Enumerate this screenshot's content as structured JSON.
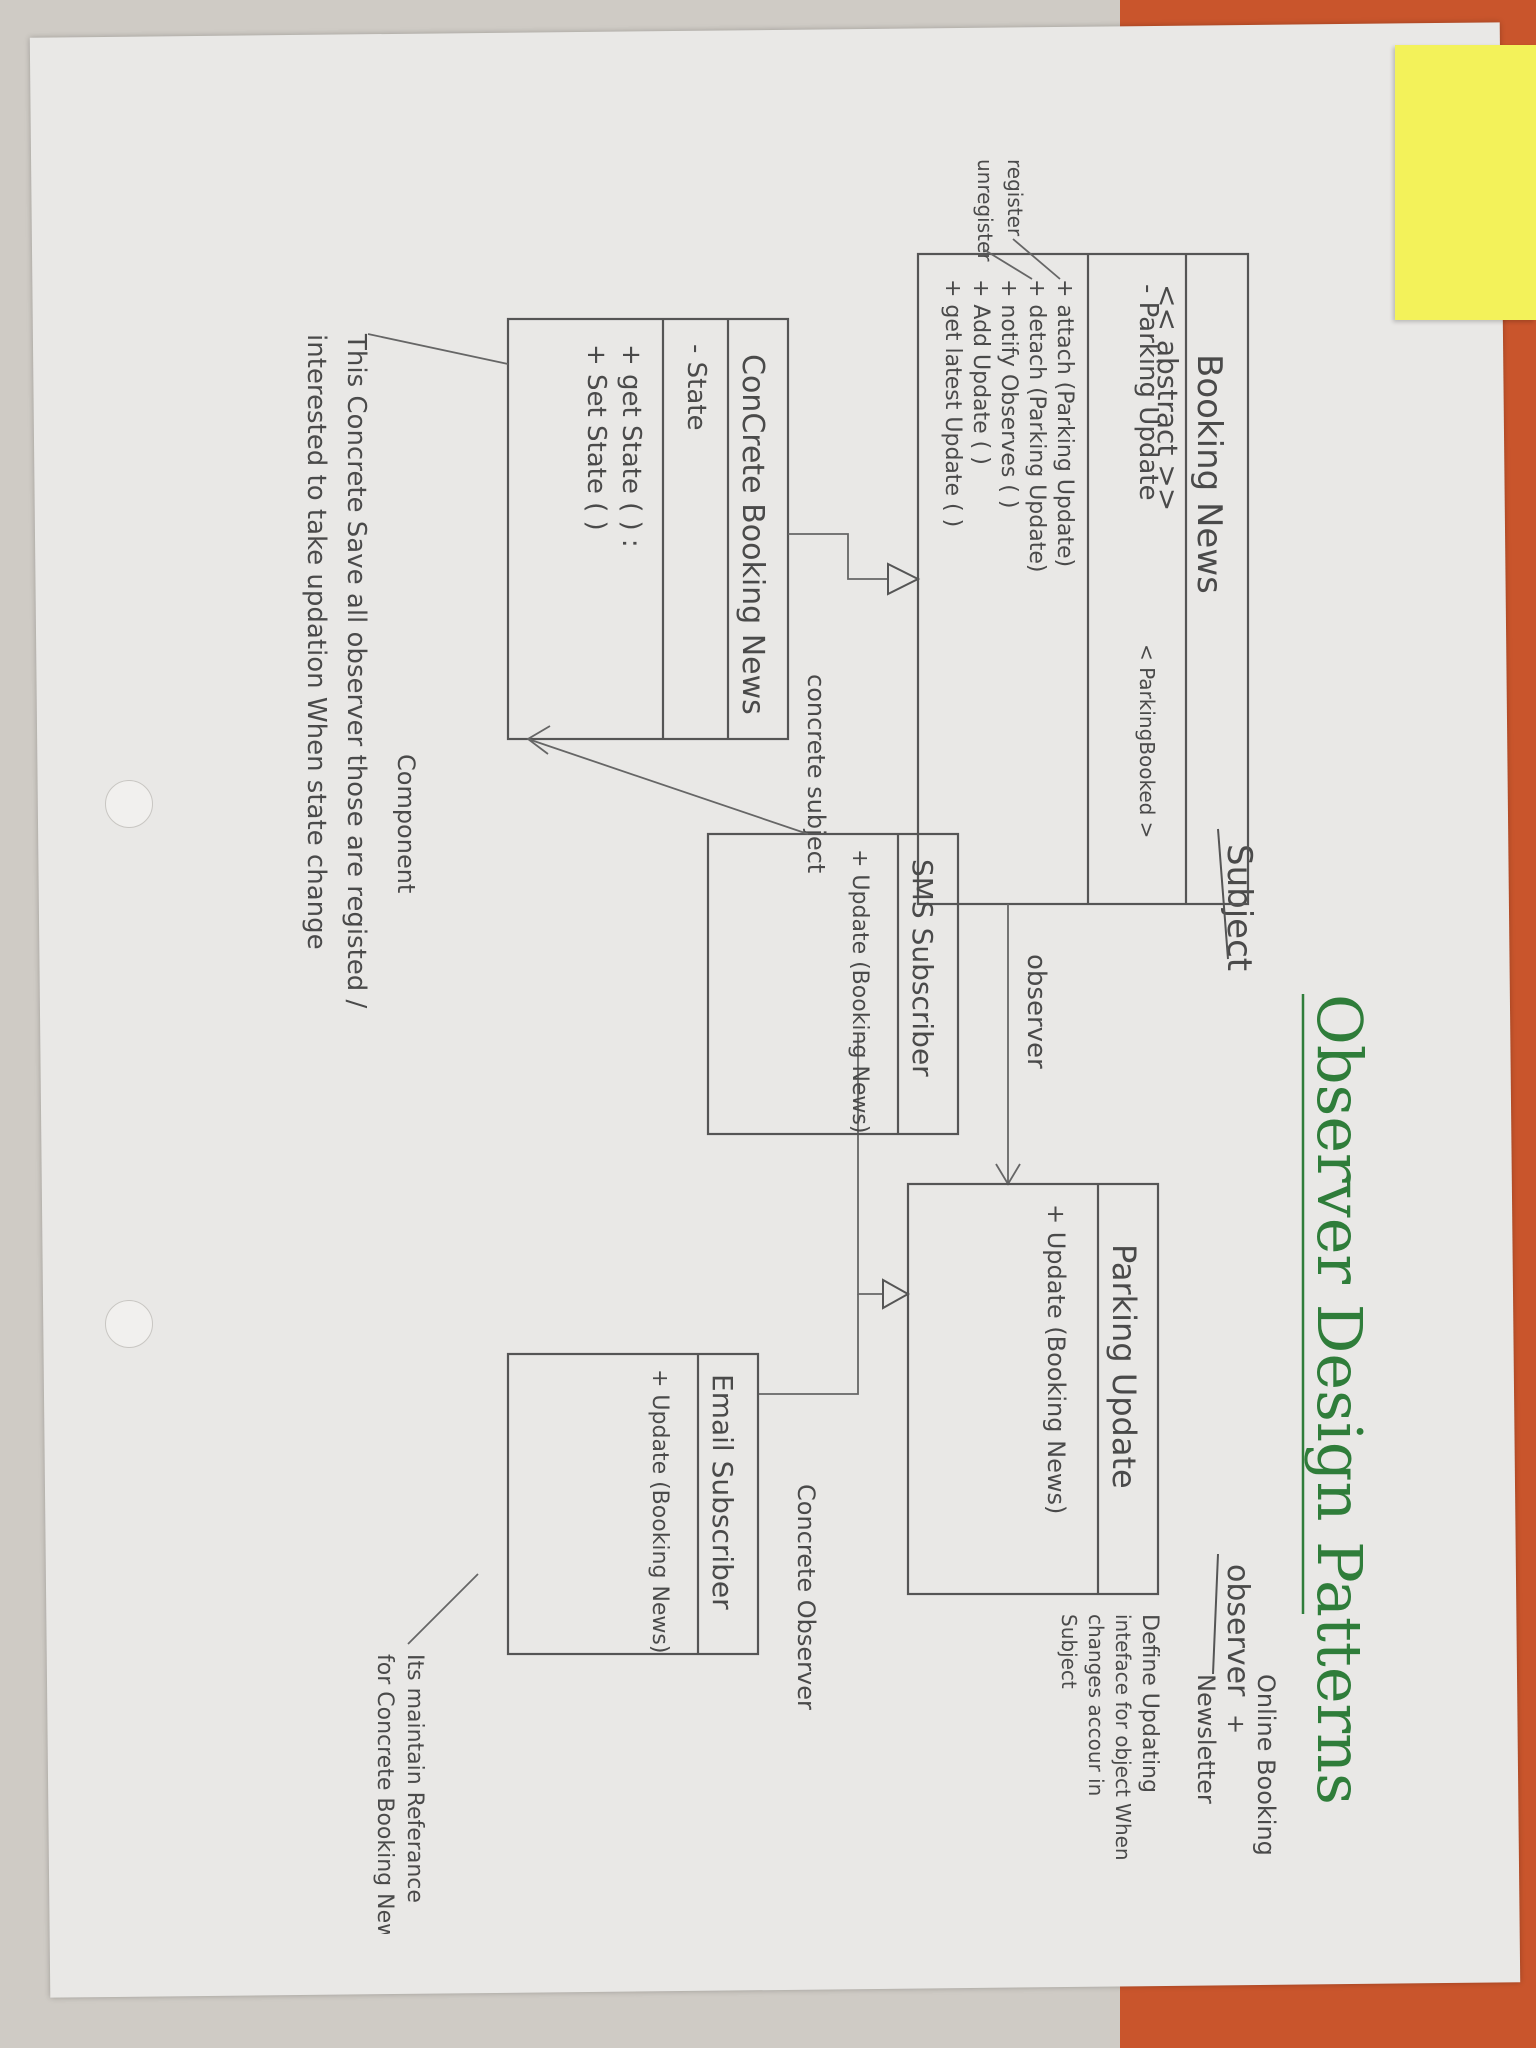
{
  "diagram": {
    "title": "Observer Design Patterns",
    "subject_tag": "Subject",
    "observer_tag": "observer",
    "concrete_subject_tag": "concrete subject",
    "concrete_observer_tag": "Concrete Observer",
    "abstract_stereotype": "<< abstract >>",
    "side_labels": {
      "register": "register",
      "unregister": "unregister"
    },
    "booking_news": {
      "name": "Booking News",
      "attributes": [
        "- Parking Update",
        "< ParkingBooked >"
      ],
      "methods": [
        "+ attach (Parking Update)",
        "+ detach (Parking Update)",
        "+ notify Observes ( )",
        "+ Add Update ( )",
        "+ get latest Update ( )"
      ]
    },
    "concrete_booking_news": {
      "name": "ConCrete Booking News",
      "attributes": [
        "- State"
      ],
      "methods": [
        "+ get State ( ) :",
        "+ Set State ( )"
      ]
    },
    "parking_update": {
      "name": "Parking Update",
      "methods": [
        "+ Update (Booking News)"
      ]
    },
    "sms_subscriber": {
      "name": "SMS Subscriber",
      "methods": [
        "+ Update (Booking News)"
      ]
    },
    "email_subscriber": {
      "name": "Email Subscriber",
      "methods": [
        "+ Update (Booking News)"
      ]
    },
    "edge_label_observer": "observer",
    "note_online": [
      "Online Booking",
      "+",
      "Newsletter"
    ],
    "note_define": [
      "Define Updating",
      "inteface for object When",
      "changes accour in",
      "Subject"
    ],
    "note_reference": [
      "Its maintain Referance",
      "for Concrete Booking News"
    ],
    "note_concrete": [
      "Component",
      "This Concrete Save all observer those are registed /",
      "interested to take updation When state change"
    ]
  }
}
